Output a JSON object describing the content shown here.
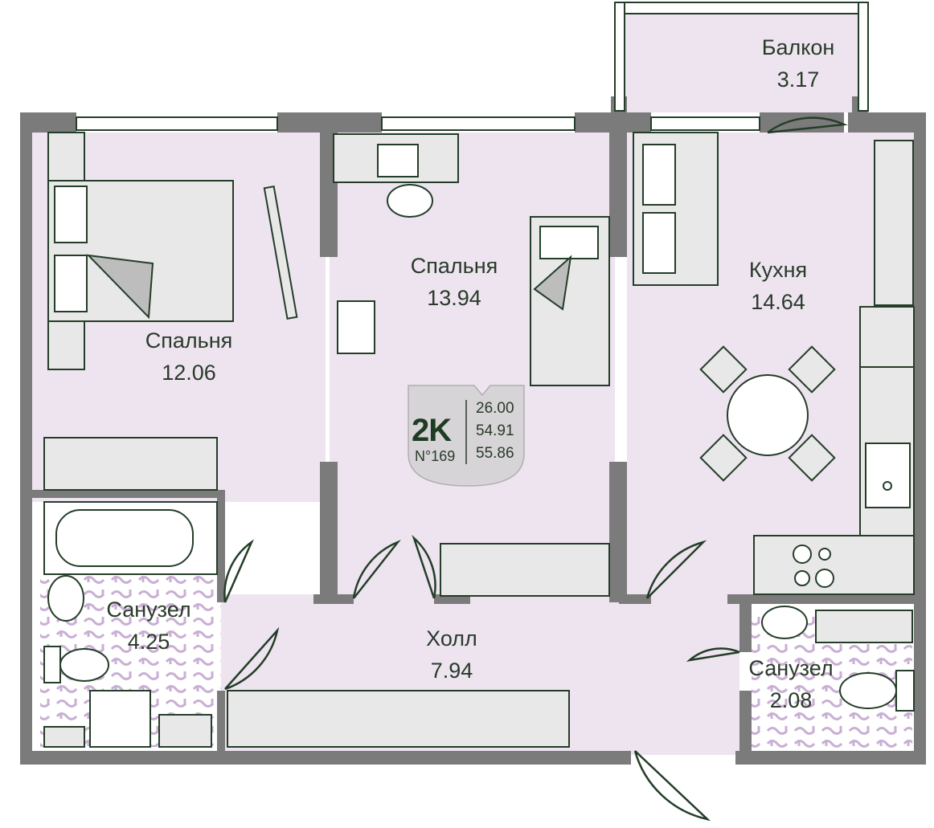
{
  "rooms": {
    "bedroom_left": {
      "name": "Спальня",
      "area": "12.06"
    },
    "bedroom_center": {
      "name": "Спальня",
      "area": "13.94"
    },
    "kitchen": {
      "name": "Кухня",
      "area": "14.64"
    },
    "balcony": {
      "name": "Балкон",
      "area": "3.17"
    },
    "bathroom_left": {
      "name": "Санузел",
      "area": "4.25"
    },
    "hall": {
      "name": "Холл",
      "area": "7.94"
    },
    "bathroom_right": {
      "name": "Санузел",
      "area": "2.08"
    }
  },
  "apartment": {
    "type": "2K",
    "number": "N°169",
    "living_area": "26.00",
    "total_area": "54.91",
    "area_with_balcony": "55.86"
  },
  "colors": {
    "floor": "#ede4ef",
    "wall": "#7b7b7b",
    "furniture": "#e8e8e8",
    "stroke": "#243d28",
    "tile": "#c9afd4",
    "badge": "#d6d4d6"
  }
}
